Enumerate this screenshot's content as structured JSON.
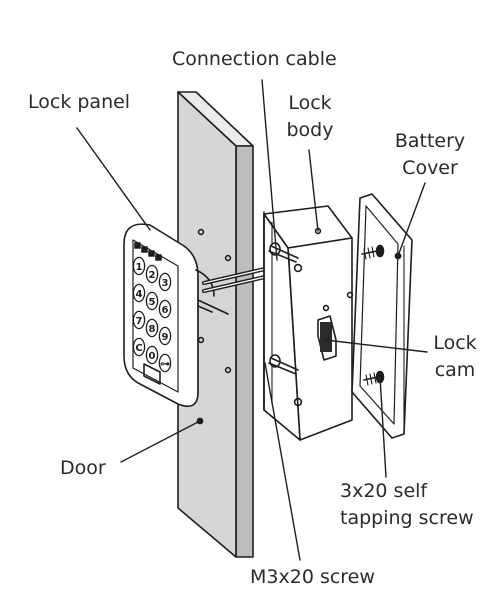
{
  "labels": {
    "connection_cable": "Connection cable",
    "lock_panel": "Lock panel",
    "lock_body_line1": "Lock",
    "lock_body_line2": "body",
    "battery_cover_line1": "Battery",
    "battery_cover_line2": "Cover",
    "lock_cam_line1": "Lock",
    "lock_cam_line2": "cam",
    "door": "Door",
    "self_tapping_line1": "3x20 self",
    "self_tapping_line2": "tapping screw",
    "m3_screw": "M3x20 screw"
  },
  "keypad_keys": [
    "1",
    "2",
    "3",
    "4",
    "5",
    "6",
    "7",
    "8",
    "9",
    "C",
    "0",
    "⊶"
  ],
  "colors": {
    "line": "#1e1e1e",
    "door_fill": "#d6d6d6",
    "text": "#2b2b2b"
  }
}
